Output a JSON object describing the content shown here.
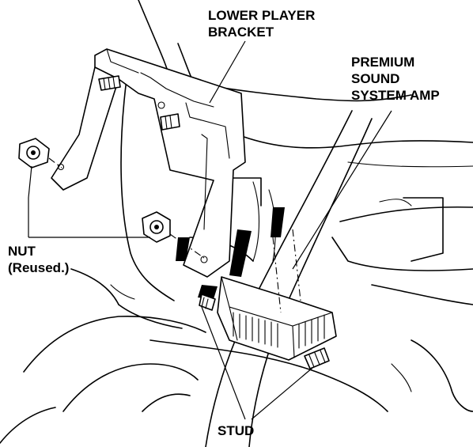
{
  "labels": {
    "lower_player_bracket_line1": "LOWER PLAYER",
    "lower_player_bracket_line2": "BRACKET",
    "amp_line1": "PREMIUM",
    "amp_line2": "SOUND",
    "amp_line3": "SYSTEM AMP",
    "nut_line1": "NUT",
    "nut_line2": "(Reused.)",
    "stud": "STUD"
  }
}
